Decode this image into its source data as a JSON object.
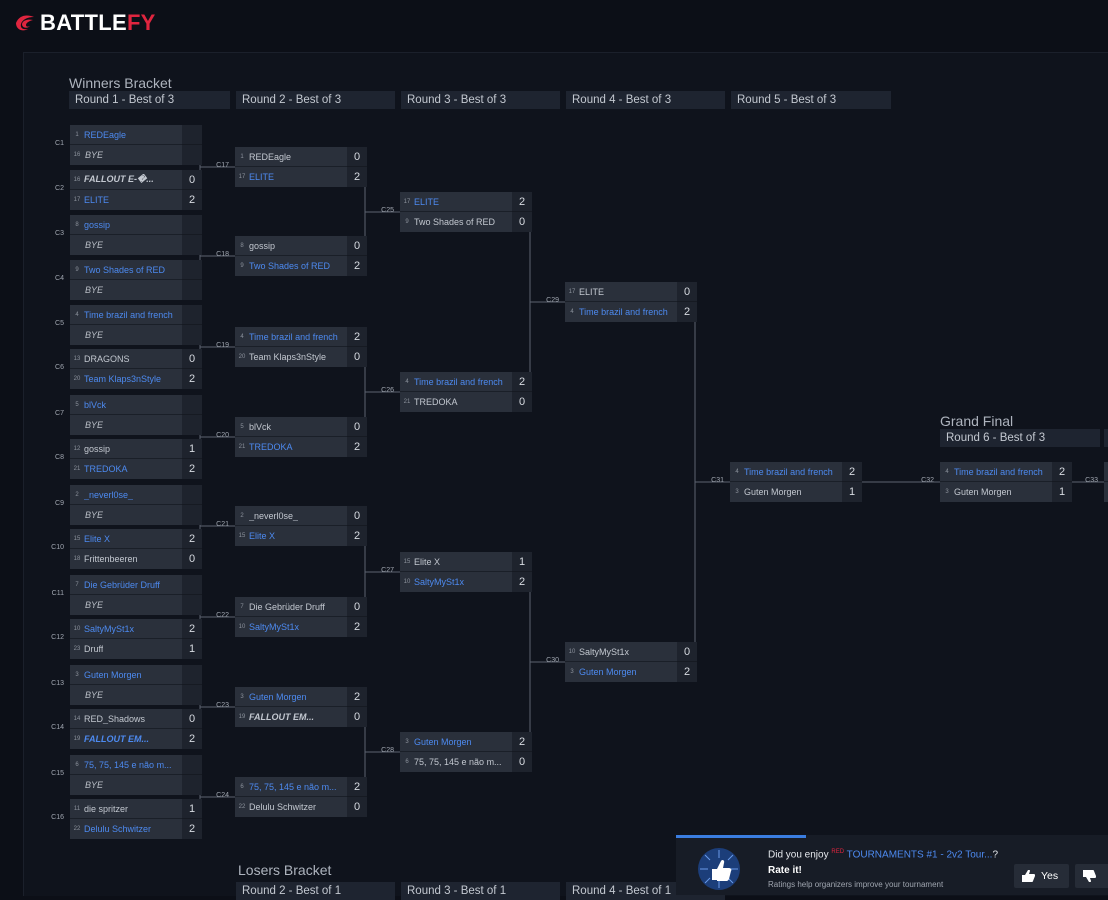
{
  "brand": {
    "name_main": "BATTLE",
    "name_accent": "FY",
    "accent_color": "#e0253f",
    "win_color": "#4d8af0"
  },
  "winners_bracket": {
    "title": "Winners Bracket",
    "rounds": [
      "Round 1 - Best of 3",
      "Round 2 - Best of 3",
      "Round 3 - Best of 3",
      "Round 4 - Best of 3",
      "Round 5 - Best of 3"
    ]
  },
  "grand_final": {
    "title": "Grand Final",
    "round": "Round 6 - Best of 3"
  },
  "losers_bracket": {
    "title": "Losers Bracket",
    "rounds": [
      "Round 2 - Best of 1",
      "Round 3 - Best of 1",
      "Round 4 - Best of 1"
    ]
  },
  "matches": [
    {
      "id": "C1",
      "t1": {
        "seed": "1",
        "name": "REDEagle",
        "score": "",
        "win": true
      },
      "t2": {
        "seed": "16",
        "name": "BYE",
        "score": "",
        "bye": true
      }
    },
    {
      "id": "C2",
      "t1": {
        "seed": "16",
        "name": "FALLOUT E-�...",
        "score": "0",
        "bold": true
      },
      "t2": {
        "seed": "17",
        "name": "ELITE",
        "score": "2",
        "win": true
      }
    },
    {
      "id": "C3",
      "t1": {
        "seed": "8",
        "name": "gossip",
        "score": "",
        "win": true
      },
      "t2": {
        "seed": "",
        "name": "BYE",
        "score": "",
        "bye": true
      }
    },
    {
      "id": "C4",
      "t1": {
        "seed": "9",
        "name": "Two Shades of RED",
        "score": "",
        "win": true
      },
      "t2": {
        "seed": "",
        "name": "BYE",
        "score": "",
        "bye": true
      }
    },
    {
      "id": "C5",
      "t1": {
        "seed": "4",
        "name": "Time brazil and french",
        "score": "",
        "win": true
      },
      "t2": {
        "seed": "",
        "name": "BYE",
        "score": "",
        "bye": true
      }
    },
    {
      "id": "C6",
      "t1": {
        "seed": "13",
        "name": "DRAGONS",
        "score": "0"
      },
      "t2": {
        "seed": "20",
        "name": "Team Klaps3nStyle",
        "score": "2",
        "win": true
      }
    },
    {
      "id": "C7",
      "t1": {
        "seed": "5",
        "name": "blVck",
        "score": "",
        "win": true
      },
      "t2": {
        "seed": "",
        "name": "BYE",
        "score": "",
        "bye": true
      }
    },
    {
      "id": "C8",
      "t1": {
        "seed": "12",
        "name": "gossip",
        "score": "1"
      },
      "t2": {
        "seed": "21",
        "name": "TREDOKA",
        "score": "2",
        "win": true
      }
    },
    {
      "id": "C9",
      "t1": {
        "seed": "2",
        "name": "_neverl0se_",
        "score": "",
        "win": true
      },
      "t2": {
        "seed": "",
        "name": "BYE",
        "score": "",
        "bye": true
      }
    },
    {
      "id": "C10",
      "t1": {
        "seed": "15",
        "name": "Elite X",
        "score": "2",
        "win": true
      },
      "t2": {
        "seed": "18",
        "name": "Frittenbeeren",
        "score": "0"
      }
    },
    {
      "id": "C11",
      "t1": {
        "seed": "7",
        "name": "Die Gebrüder Druff",
        "score": "",
        "win": true
      },
      "t2": {
        "seed": "",
        "name": "BYE",
        "score": "",
        "bye": true
      }
    },
    {
      "id": "C12",
      "t1": {
        "seed": "10",
        "name": "SaltyMySt1x",
        "score": "2",
        "win": true
      },
      "t2": {
        "seed": "23",
        "name": "Druff",
        "score": "1"
      }
    },
    {
      "id": "C13",
      "t1": {
        "seed": "3",
        "name": "Guten Morgen",
        "score": "",
        "win": true
      },
      "t2": {
        "seed": "",
        "name": "BYE",
        "score": "",
        "bye": true
      }
    },
    {
      "id": "C14",
      "t1": {
        "seed": "14",
        "name": "RED_Shadows",
        "score": "0"
      },
      "t2": {
        "seed": "19",
        "name": "FALLOUT EM...",
        "score": "2",
        "win": true,
        "bold": true
      }
    },
    {
      "id": "C15",
      "t1": {
        "seed": "6",
        "name": "75, 75, 145 e não m...",
        "score": "",
        "win": true
      },
      "t2": {
        "seed": "",
        "name": "BYE",
        "score": "",
        "bye": true
      }
    },
    {
      "id": "C16",
      "t1": {
        "seed": "11",
        "name": "die spritzer",
        "score": "1"
      },
      "t2": {
        "seed": "22",
        "name": "Delulu Schwitzer",
        "score": "2",
        "win": true
      }
    },
    {
      "id": "C17",
      "t1": {
        "seed": "1",
        "name": "REDEagle",
        "score": "0"
      },
      "t2": {
        "seed": "17",
        "name": "ELITE",
        "score": "2",
        "win": true
      }
    },
    {
      "id": "C18",
      "t1": {
        "seed": "8",
        "name": "gossip",
        "score": "0"
      },
      "t2": {
        "seed": "9",
        "name": "Two Shades of RED",
        "score": "2",
        "win": true
      }
    },
    {
      "id": "C19",
      "t1": {
        "seed": "4",
        "name": "Time brazil and french",
        "score": "2",
        "win": true
      },
      "t2": {
        "seed": "20",
        "name": "Team Klaps3nStyle",
        "score": "0"
      }
    },
    {
      "id": "C20",
      "t1": {
        "seed": "5",
        "name": "blVck",
        "score": "0"
      },
      "t2": {
        "seed": "21",
        "name": "TREDOKA",
        "score": "2",
        "win": true
      }
    },
    {
      "id": "C21",
      "t1": {
        "seed": "2",
        "name": "_neverl0se_",
        "score": "0"
      },
      "t2": {
        "seed": "15",
        "name": "Elite X",
        "score": "2",
        "win": true
      }
    },
    {
      "id": "C22",
      "t1": {
        "seed": "7",
        "name": "Die Gebrüder Druff",
        "score": "0"
      },
      "t2": {
        "seed": "10",
        "name": "SaltyMySt1x",
        "score": "2",
        "win": true
      }
    },
    {
      "id": "C23",
      "t1": {
        "seed": "3",
        "name": "Guten Morgen",
        "score": "2",
        "win": true
      },
      "t2": {
        "seed": "19",
        "name": "FALLOUT EM...",
        "score": "0",
        "bold": true
      }
    },
    {
      "id": "C24",
      "t1": {
        "seed": "6",
        "name": "75, 75, 145 e não m...",
        "score": "2",
        "win": true
      },
      "t2": {
        "seed": "22",
        "name": "Delulu Schwitzer",
        "score": "0"
      }
    },
    {
      "id": "C25",
      "t1": {
        "seed": "17",
        "name": "ELITE",
        "score": "2",
        "win": true
      },
      "t2": {
        "seed": "9",
        "name": "Two Shades of RED",
        "score": "0"
      }
    },
    {
      "id": "C26",
      "t1": {
        "seed": "4",
        "name": "Time brazil and french",
        "score": "2",
        "win": true
      },
      "t2": {
        "seed": "21",
        "name": "TREDOKA",
        "score": "0"
      }
    },
    {
      "id": "C27",
      "t1": {
        "seed": "15",
        "name": "Elite X",
        "score": "1"
      },
      "t2": {
        "seed": "10",
        "name": "SaltyMySt1x",
        "score": "2",
        "win": true
      }
    },
    {
      "id": "C28",
      "t1": {
        "seed": "3",
        "name": "Guten Morgen",
        "score": "2",
        "win": true
      },
      "t2": {
        "seed": "6",
        "name": "75, 75, 145 e não m...",
        "score": "0"
      }
    },
    {
      "id": "C29",
      "t1": {
        "seed": "17",
        "name": "ELITE",
        "score": "0"
      },
      "t2": {
        "seed": "4",
        "name": "Time brazil and french",
        "score": "2",
        "win": true
      }
    },
    {
      "id": "C30",
      "t1": {
        "seed": "10",
        "name": "SaltyMySt1x",
        "score": "0"
      },
      "t2": {
        "seed": "3",
        "name": "Guten Morgen",
        "score": "2",
        "win": true
      }
    },
    {
      "id": "C31",
      "t1": {
        "seed": "4",
        "name": "Time brazil and french",
        "score": "2",
        "win": true
      },
      "t2": {
        "seed": "3",
        "name": "Guten Morgen",
        "score": "1"
      }
    },
    {
      "id": "C32",
      "t1": {
        "seed": "4",
        "name": "Time brazil and french",
        "score": "2",
        "win": true
      },
      "t2": {
        "seed": "3",
        "name": "Guten Morgen",
        "score": "1"
      }
    },
    {
      "id": "C33",
      "t1": {
        "seed": "",
        "name": "",
        "score": ""
      },
      "t2": {
        "seed": "",
        "name": "",
        "score": ""
      }
    }
  ],
  "rating": {
    "question_prefix": "Did you enjoy ",
    "question_tag": "RED",
    "question_link": "TOURNAMENTS #1 - 2v2 Tour...",
    "question_suffix": "?",
    "title": "Rate it!",
    "subtitle": "Ratings help organizers improve your tournament",
    "yes_label": "Yes"
  }
}
